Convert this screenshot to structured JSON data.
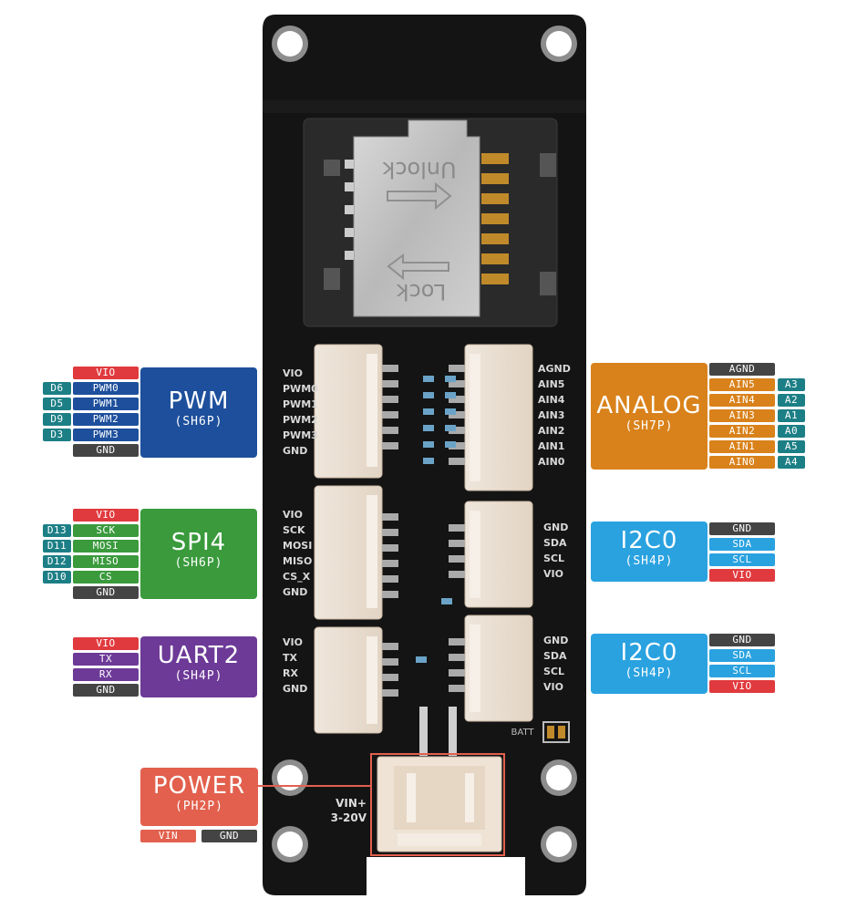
{
  "colors": {
    "red": "#e03a3e",
    "pwm_blue": "#1d4f9c",
    "teal": "#1d7f86",
    "dark": "#444444",
    "spi_green": "#3a9a3c",
    "uart_purple": "#6d3a98",
    "analog_orange": "#d9821b",
    "i2c_sky": "#2aa2e0",
    "power_salmon": "#e2604d",
    "board": "#141414"
  },
  "board": {
    "card_slot": {
      "unlock_label": "Unlock",
      "lock_label": "Lock"
    },
    "silk_pwm": [
      "VIO",
      "PWM0",
      "PWM1",
      "PWM2",
      "PWM3",
      "GND"
    ],
    "silk_spi": [
      "VIO",
      "SCK",
      "MOSI",
      "MISO",
      "CS_X",
      "GND"
    ],
    "silk_uart": [
      "VIO",
      "TX",
      "RX",
      "GND"
    ],
    "silk_analog": [
      "AGND",
      "AIN5",
      "AIN4",
      "AIN3",
      "AIN2",
      "AIN1",
      "AIN0"
    ],
    "silk_i2c_top": [
      "GND",
      "SDA",
      "SCL",
      "VIO"
    ],
    "silk_i2c_bottom": [
      "GND",
      "SDA",
      "SCL",
      "VIO"
    ],
    "batt_label": "BATT",
    "vin_label": "VIN+",
    "vin_range": "3-20V"
  },
  "pwm": {
    "title": "PWM",
    "subtitle": "(SH6P)",
    "pins": [
      "VIO",
      "PWM0",
      "PWM1",
      "PWM2",
      "PWM3",
      "GND"
    ],
    "aliases": [
      "D6",
      "D5",
      "D9",
      "D3"
    ]
  },
  "spi": {
    "title": "SPI4",
    "subtitle": "(SH6P)",
    "pins": [
      "VIO",
      "SCK",
      "MOSI",
      "MISO",
      "CS",
      "GND"
    ],
    "aliases": [
      "D13",
      "D11",
      "D12",
      "D10"
    ]
  },
  "uart": {
    "title": "UART2",
    "subtitle": "(SH4P)",
    "pins": [
      "VIO",
      "TX",
      "RX",
      "GND"
    ]
  },
  "power": {
    "title": "POWER",
    "subtitle": "(PH2P)",
    "pins": [
      "VIN",
      "GND"
    ]
  },
  "analog": {
    "title": "ANALOG",
    "subtitle": "(SH7P)",
    "pins": [
      "AGND",
      "AIN5",
      "AIN4",
      "AIN3",
      "AIN2",
      "AIN1",
      "AIN0"
    ],
    "aliases": [
      "A3",
      "A2",
      "A1",
      "A0",
      "A5",
      "A4"
    ]
  },
  "i2c_top": {
    "title": "I2C0",
    "subtitle": "(SH4P)",
    "pins": [
      "GND",
      "SDA",
      "SCL",
      "VIO"
    ]
  },
  "i2c_bottom": {
    "title": "I2C0",
    "subtitle": "(SH4P)",
    "pins": [
      "GND",
      "SDA",
      "SCL",
      "VIO"
    ]
  }
}
